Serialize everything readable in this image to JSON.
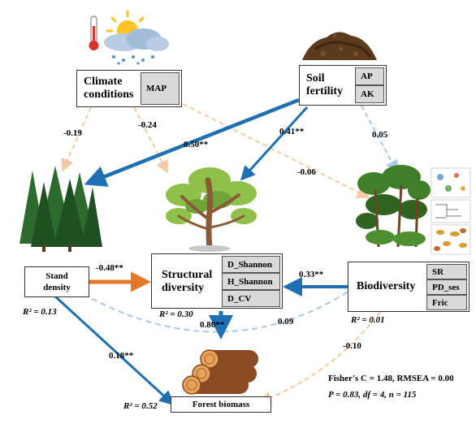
{
  "nodes": {
    "climate": {
      "title_line1": "Climate",
      "title_line2": "conditions",
      "vars": [
        "MAP"
      ]
    },
    "soil": {
      "title_line1": "Soil",
      "title_line2": "fertility",
      "vars": [
        "AP",
        "AK"
      ]
    },
    "stand": {
      "title_line1": "Stand",
      "title_line2": "density",
      "r2": "R² = 0.13"
    },
    "structural": {
      "title_line1": "Structural",
      "title_line2": "diversity",
      "vars": [
        "D_Shannon",
        "H_Shannon",
        "D_CV"
      ],
      "r2": "R² = 0.30"
    },
    "biodiversity": {
      "title": "Biodiversity",
      "vars": [
        "SR",
        "PD_ses",
        "Fric"
      ],
      "r2": "R² = 0.01"
    },
    "biomass": {
      "title": "Forest biomass",
      "r2": "R² = 0.52"
    }
  },
  "paths": {
    "climate_stand": "-0.19",
    "climate_structural": "-0.24",
    "climate_biodiversity": "-0.06",
    "soil_stand": "0.50**",
    "soil_structural": "0.41**",
    "soil_biodiversity": "0.05",
    "stand_structural": "-0.48**",
    "stand_biomass": "0.18**",
    "stand_biodiversity": "0.09",
    "biodiversity_structural": "0.33**",
    "structural_biomass": "0.80**",
    "biodiversity_biomass": "-0.10"
  },
  "fit": {
    "line1": "Fisher's C = 1.48,  RMSEA = 0.00",
    "line2": "P = 0.83,  df = 4,  n = 115"
  },
  "colors": {
    "positive": "#1f6fb5",
    "negative": "#e07a28",
    "ns_positive": "#a9c7e8",
    "ns_negative": "#f5c9a3"
  },
  "icons": [
    "weather-icon",
    "soil-pile-icon",
    "conifer-forest-icon",
    "broadleaf-tree-icon",
    "tropical-forest-icon",
    "species-collage-icon",
    "log-pile-icon"
  ]
}
